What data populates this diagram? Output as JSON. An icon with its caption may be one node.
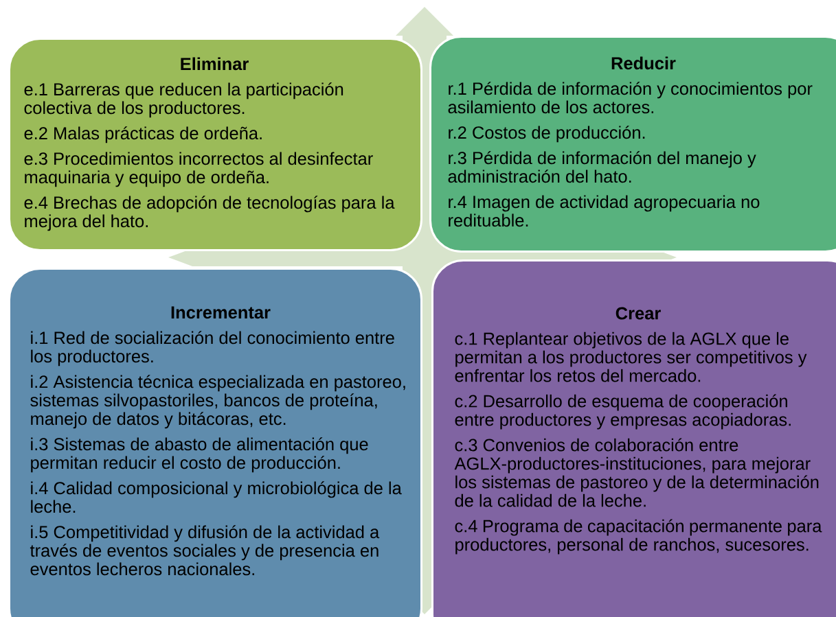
{
  "diagram": {
    "nodes": [
      {
        "text": [
          "Eliminar",
          "e.1 Barreras que reducen la participación colectiva de los productores.",
          "e.2 Malas prácticas de ordeña.",
          "e.3 Procedimientos incorrectos al desinfectar maquinaria y equipo de ordeña.",
          "e.4 Brechas de adopción de tecnologías para la mejora del hato."
        ]
      },
      {
        "text": [
          "Reducir",
          "r.1 Pérdida de información y conocimientos por asilamiento de los actores.",
          "r.2 Costos de producción.",
          "r.3 Pérdida de información del manejo y administración del hato.",
          "r.4 Imagen de actividad agropecuaria no redituable."
        ]
      },
      {
        "text": [
          "Incrementar",
          "i.1 Red de socialización del conocimiento entre los productores.",
          "i.2 Asistencia técnica especializada en pastoreo, sistemas silvopastoriles, bancos de proteína, manejo de datos y bitácoras, etc.",
          "i.3 Sistemas de abasto de alimentación que permitan reducir el costo de producción.",
          "i.4 Calidad composicional y microbiológica de la leche.",
          "i.5 Competitividad y difusión de la actividad a través de eventos sociales y de presencia en eventos lecheros nacionales."
        ]
      },
      {
        "text": [
          "Crear",
          "c.1 Replantear objetivos de la AGLX que le permitan a los productores ser competitivos y enfrentar los retos del mercado.",
          "c.2 Desarrollo de esquema de cooperación entre productores y empresas acopiadoras.",
          "c.3 Convenios de colaboración entre AGLX-productores-instituciones, para mejorar los sistemas de pastoreo y de la determinación de la calidad de la leche.",
          "c.4 Programa de capacitación permanente para productores, personal de ranchos, sucesores."
        ]
      },
      {
        "text": [],
        "shape": "cross"
      }
    ]
  }
}
